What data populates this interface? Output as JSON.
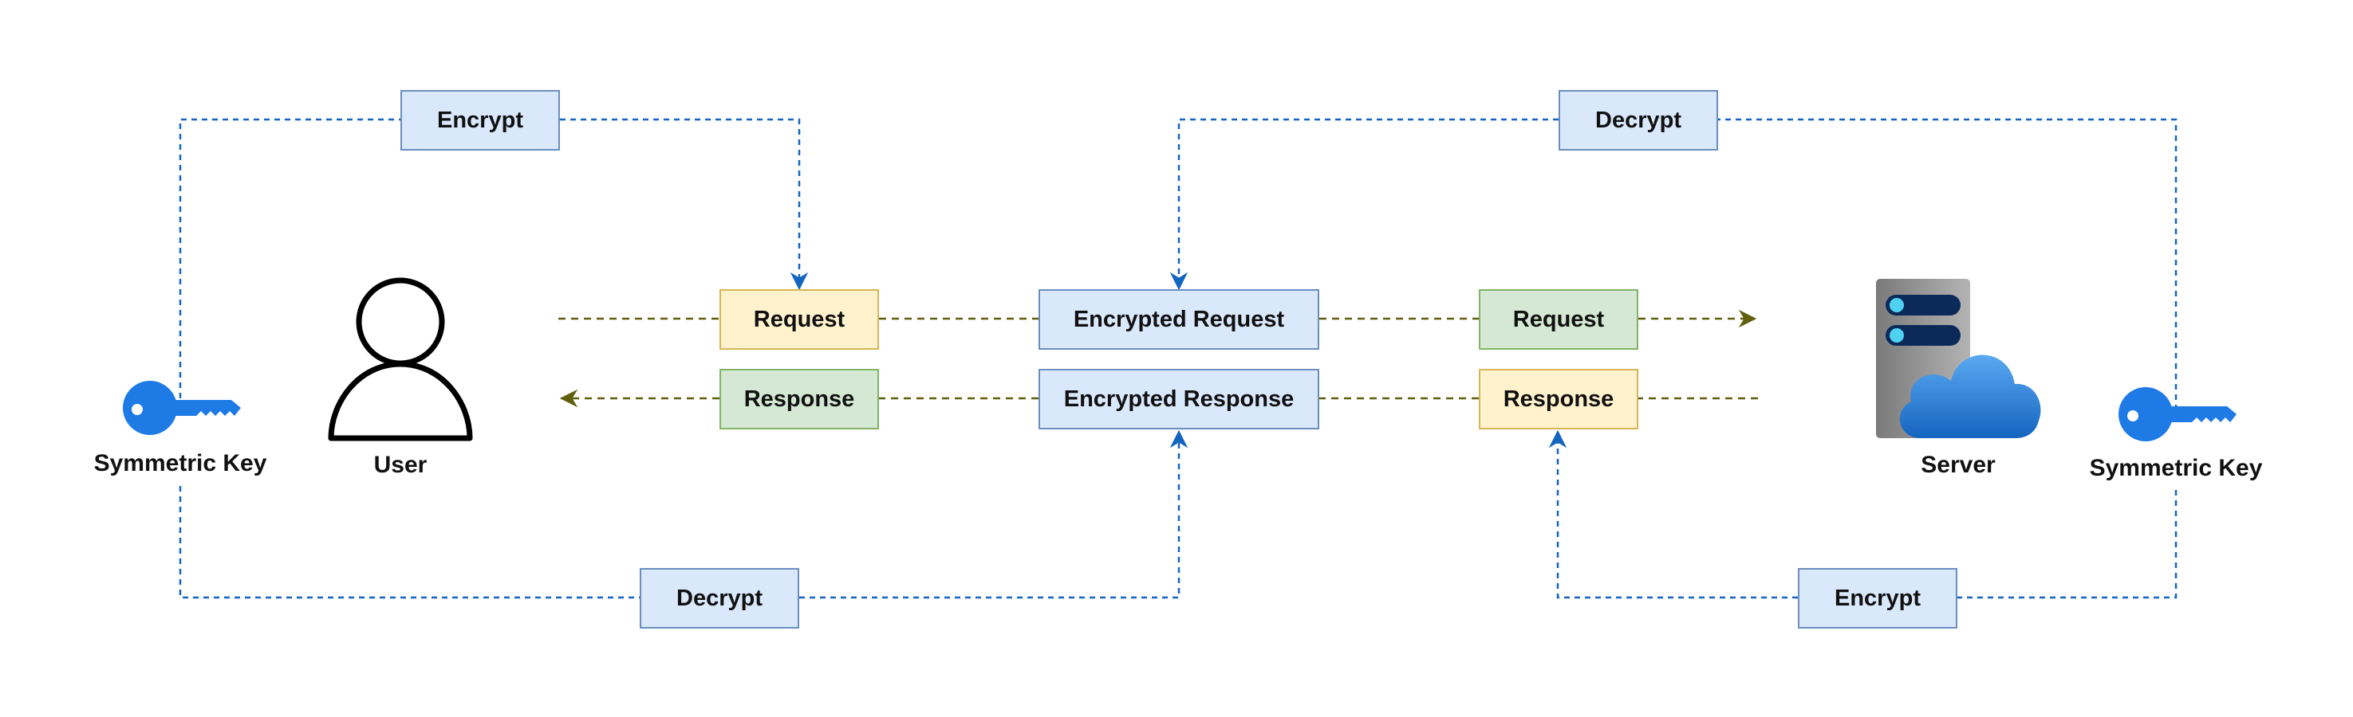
{
  "boxes": {
    "encrypt_top": "Encrypt",
    "decrypt_top": "Decrypt",
    "request_user": "Request",
    "response_user": "Response",
    "encrypted_request": "Encrypted Request",
    "encrypted_response": "Encrypted Response",
    "request_server": "Request",
    "response_server": "Response",
    "decrypt_bottom": "Decrypt",
    "encrypt_bottom": "Encrypt"
  },
  "labels": {
    "user": "User",
    "server": "Server",
    "key_left": "Symmetric Key",
    "key_right": "Symmetric Key"
  },
  "icons": {
    "user": "user-icon",
    "server": "server-cloud-icon",
    "key": "key-icon"
  },
  "colors": {
    "blue_fill": "#dae8fc",
    "blue_stroke": "#6c8ebf",
    "yellow_fill": "#fff2cc",
    "yellow_stroke": "#d6b656",
    "green_fill": "#d5e8d4",
    "green_stroke": "#82b366",
    "key_blue": "#1e7be6",
    "control_line": "#1565c0",
    "data_line": "#5f5f0e"
  }
}
